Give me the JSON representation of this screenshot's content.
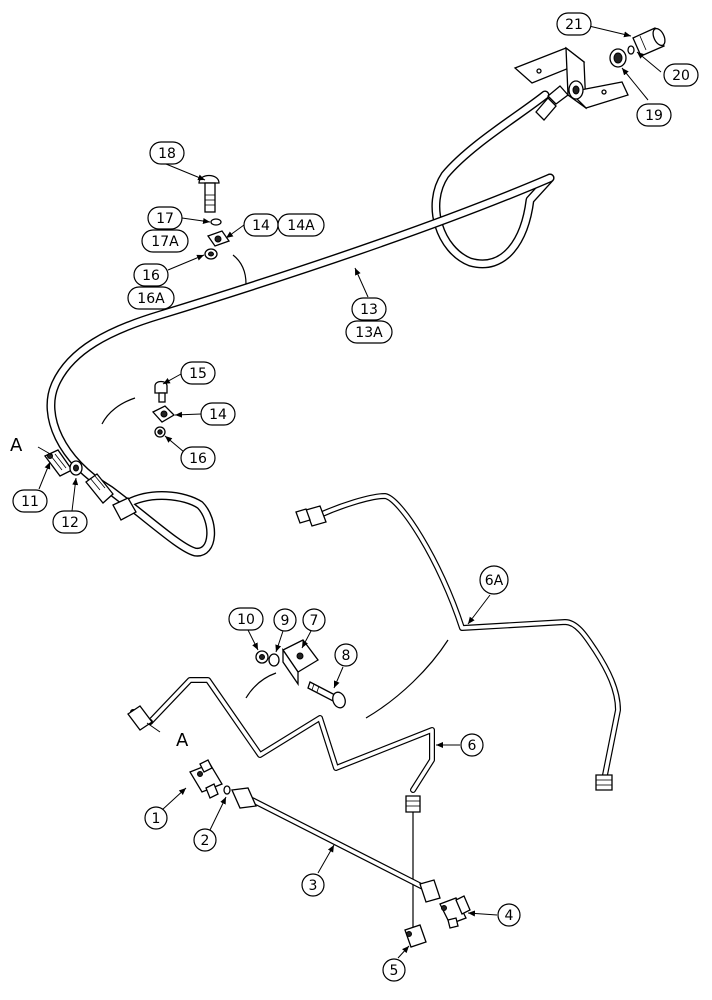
{
  "callouts": {
    "c1": "1",
    "c2": "2",
    "c3": "3",
    "c4": "4",
    "c5": "5",
    "c6": "6",
    "c6a": "6A",
    "c7": "7",
    "c8": "8",
    "c9": "9",
    "c10": "10",
    "c11": "11",
    "c12": "12",
    "c13": "13",
    "c13a": "13A",
    "c14_top": "14",
    "c14a": "14A",
    "c14_mid": "14",
    "c15": "15",
    "c16_top": "16",
    "c16a": "16A",
    "c16_mid": "16",
    "c17": "17",
    "c17a": "17A",
    "c18": "18",
    "c19": "19",
    "c20": "20",
    "c21": "21"
  },
  "references": {
    "a_left": "A",
    "a_bottom": "A"
  }
}
